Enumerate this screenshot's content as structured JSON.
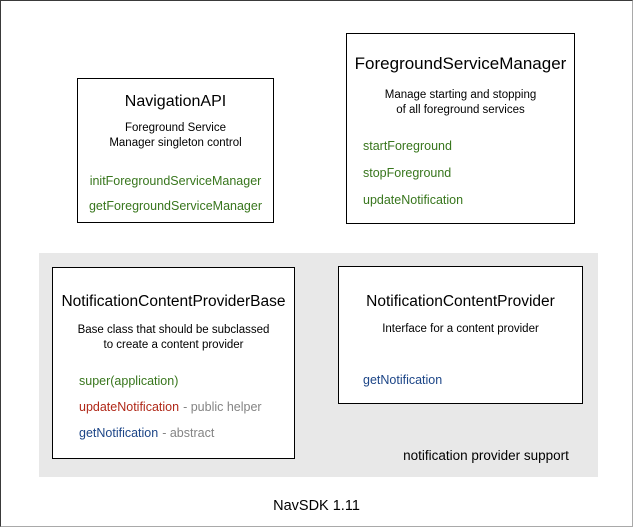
{
  "diagram": {
    "caption": "NavSDK 1.11",
    "group_label": "notification provider support",
    "colors": {
      "canvas_bg": "#ffffff",
      "group_bg": "#e8e8e8",
      "box_border": "#000000",
      "method_green": "#38761d",
      "method_red": "#b02818",
      "method_blue": "#1c4587",
      "note_gray": "#848484"
    },
    "boxes": [
      {
        "title": "NavigationAPI",
        "description": [
          "Foreground Service",
          "Manager singleton control"
        ],
        "methods": [
          {
            "name": "initForegroundServiceManager"
          },
          {
            "name": "getForegroundServiceManager"
          }
        ]
      },
      {
        "title": "ForegroundServiceManager",
        "description": [
          "Manage starting and stopping",
          "of all foreground services"
        ],
        "methods": [
          {
            "name": "startForeground"
          },
          {
            "name": "stopForeground"
          },
          {
            "name": "updateNotification"
          }
        ]
      },
      {
        "title": "NotificationContentProviderBase",
        "description": [
          "Base class that should be subclassed",
          "to create a content provider"
        ],
        "methods": [
          {
            "name": "super(application)"
          },
          {
            "name": "updateNotification",
            "note": "- public helper"
          },
          {
            "name": "getNotification",
            "note": "- abstract"
          }
        ]
      },
      {
        "title": "NotificationContentProvider",
        "description": [
          "Interface for a content provider"
        ],
        "methods": [
          {
            "name": "getNotification"
          }
        ]
      }
    ]
  }
}
